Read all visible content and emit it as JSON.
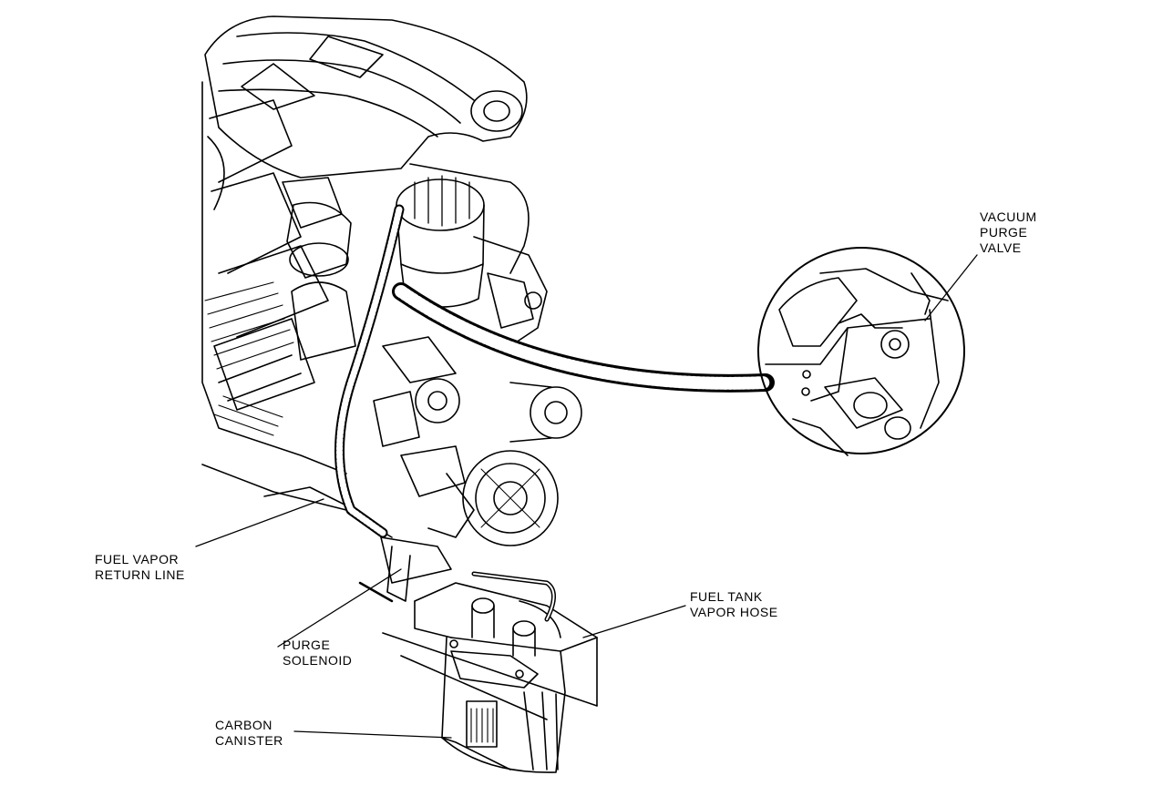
{
  "labels": {
    "vacuum_purge_valve": [
      "VACUUM",
      "PURGE",
      "VALVE"
    ],
    "fuel_vapor_return_line": [
      "FUEL VAPOR",
      "RETURN LINE"
    ],
    "fuel_tank_vapor_hose": [
      "FUEL TANK",
      "VAPOR HOSE"
    ],
    "purge_solenoid": [
      "PURGE",
      "SOLENOID"
    ],
    "carbon_canister": [
      "CARBON",
      "CANISTER"
    ]
  },
  "style": {
    "ink": "#000000",
    "paper": "#ffffff"
  }
}
